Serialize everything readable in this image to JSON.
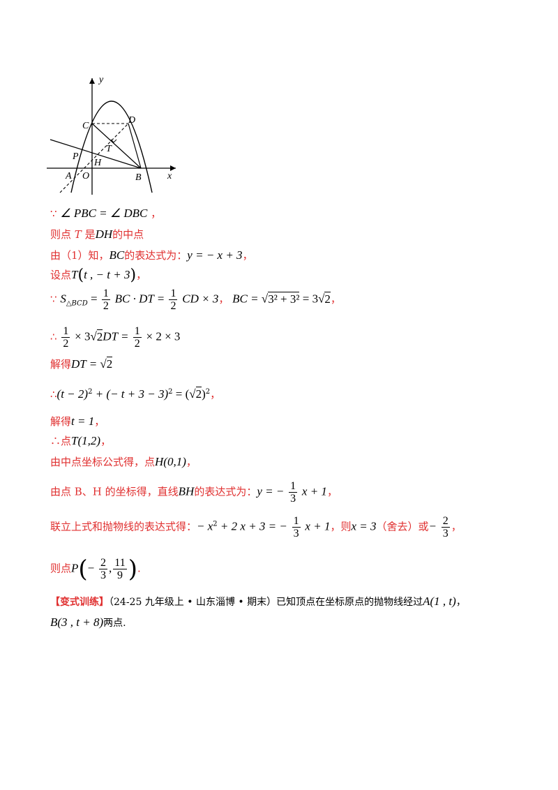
{
  "figure": {
    "labels": {
      "y": "y",
      "x": "x",
      "C": "C",
      "D": "D",
      "P": "P",
      "T": "T",
      "H": "H",
      "A": "A",
      "O": "O",
      "B": "B"
    }
  },
  "lines": {
    "l1_sym": "∵",
    "l1_expr": "∠ PBC = ∠ DBC",
    "l1_tail": "，",
    "l2_a": "则点 ",
    "l2_t": "T",
    "l2_b": " 是",
    "l2_dh": "DH",
    "l2_c": "的中点",
    "l3_a": "由（1）知，",
    "l3_bc": "BC",
    "l3_b": "的表达式为：",
    "l3_eq": "y = − x + 3",
    "l3_c": "，",
    "l4_a": "设点",
    "l4_t": "T",
    "l4_args": "t , − t + 3",
    "l4_c": "，",
    "l5_sym": "∵",
    "l5_s": "S",
    "l5_sub": "△BCD",
    "l5_eq": " = ",
    "l5_f1n": "1",
    "l5_f1d": "2",
    "l5_m1": "BC · DT = ",
    "l5_f2n": "1",
    "l5_f2d": "2",
    "l5_m2": "CD × 3",
    "l5_comma": "，",
    "l5_m3": "BC = ",
    "l5_rad": "3² + 3²",
    "l5_m4": " = 3",
    "l5_rad2": "2",
    "l5_end": "，",
    "l6_sym": "∴",
    "l6_fn": "1",
    "l6_fd": "2",
    "l6_m1": "× 3",
    "l6_rad": "2",
    "l6_m2": "DT = ",
    "l6_fn2": "1",
    "l6_fd2": "2",
    "l6_m3": "× 2 × 3",
    "l7_a": "解得",
    "l7_m": "DT = ",
    "l7_rad": "2",
    "l8_sym": "∴",
    "l8_m1": "(t − 2)",
    "l8_sup1": "2",
    "l8_m2": " + (− t + 3 − 3)",
    "l8_sup2": "2",
    "l8_m3": " = (",
    "l8_rad": "2",
    "l8_m4": ")",
    "l8_sup3": "2",
    "l8_end": "，",
    "l9_a": "解得",
    "l9_m": "t = 1",
    "l9_c": "，",
    "l10_sym": "∴",
    "l10_a": "点",
    "l10_m": "T(1,2)",
    "l10_c": "，",
    "l11_a": "由中点坐标公式得，点",
    "l11_m": "H(0,1)",
    "l11_c": "，",
    "l12_a": "由点 B、H 的坐标得，直线",
    "l12_bh": "BH",
    "l12_b": "的表达式为：",
    "l12_m1": "y = −",
    "l12_fn": "1",
    "l12_fd": "3",
    "l12_m2": "x + 1",
    "l12_c": "，",
    "l13_a": "联立上式和抛物线的表达式得：",
    "l13_m1": "− x",
    "l13_sup": "2",
    "l13_m2": " + 2 x + 3 = −",
    "l13_fn": "1",
    "l13_fd": "3",
    "l13_m3": "x + 1",
    "l13_b": "，则",
    "l13_m4": "x = 3",
    "l13_c": "（舍去）或",
    "l13_m5": "−",
    "l13_fn2": "2",
    "l13_fd2": "3",
    "l13_d": "，",
    "l14_a": "则点",
    "l14_p": "P",
    "l14_m1": "−",
    "l14_fn": "2",
    "l14_fd": "3",
    "l14_comma": ",",
    "l14_fn2": "11",
    "l14_fd2": "9",
    "l14_end": ".",
    "l15_tag": "【变式训练】",
    "l15_a": "（24-25 九年级上 • 山东淄博 • 期末）已知顶点在坐标原点的抛物线经过",
    "l15_m": "A(1 , t)",
    "l15_c": "，",
    "l16_m": "B(3 , t + 8)",
    "l16_a": "两点."
  }
}
